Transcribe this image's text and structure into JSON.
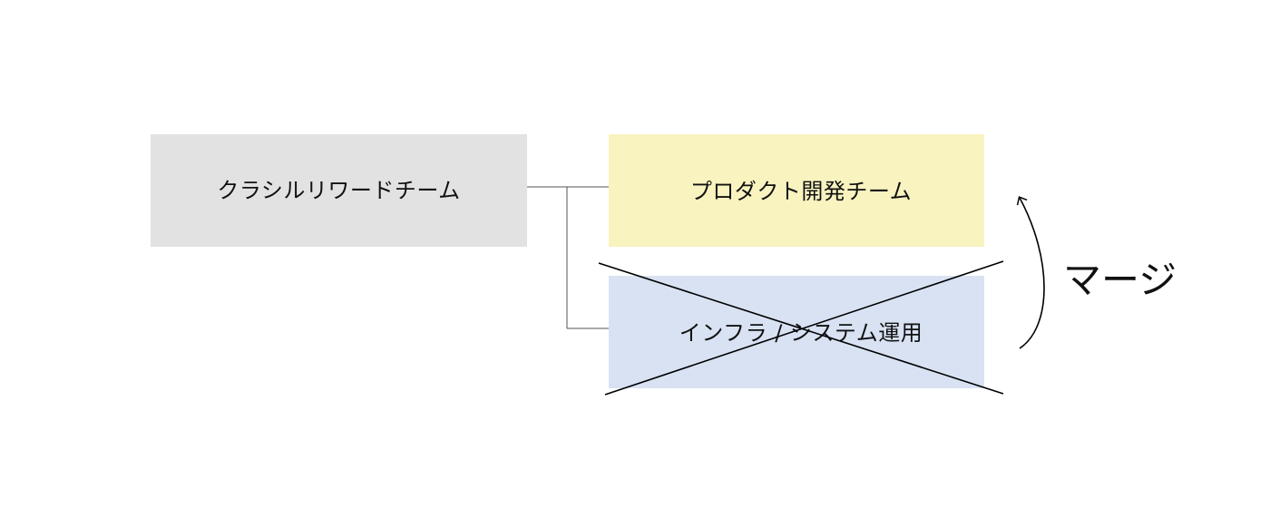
{
  "diagram": {
    "nodes": {
      "parent": {
        "label": "クラシルリワードチーム"
      },
      "product": {
        "label": "プロダクト開発チーム"
      },
      "infra": {
        "label": "インフラ / システム運用",
        "crossed_out": true
      }
    },
    "edges": [
      {
        "from": "parent",
        "to": "product"
      },
      {
        "from": "parent",
        "to": "infra"
      }
    ],
    "merge_arrow": {
      "from": "infra",
      "to": "product",
      "label": "マージ"
    }
  },
  "colors": {
    "parent_fill": "#e2e2e2",
    "product_fill": "#f8f3bf",
    "infra_fill": "#d8e2f3",
    "connector": "#555555",
    "cross_and_arrow": "#000000"
  }
}
